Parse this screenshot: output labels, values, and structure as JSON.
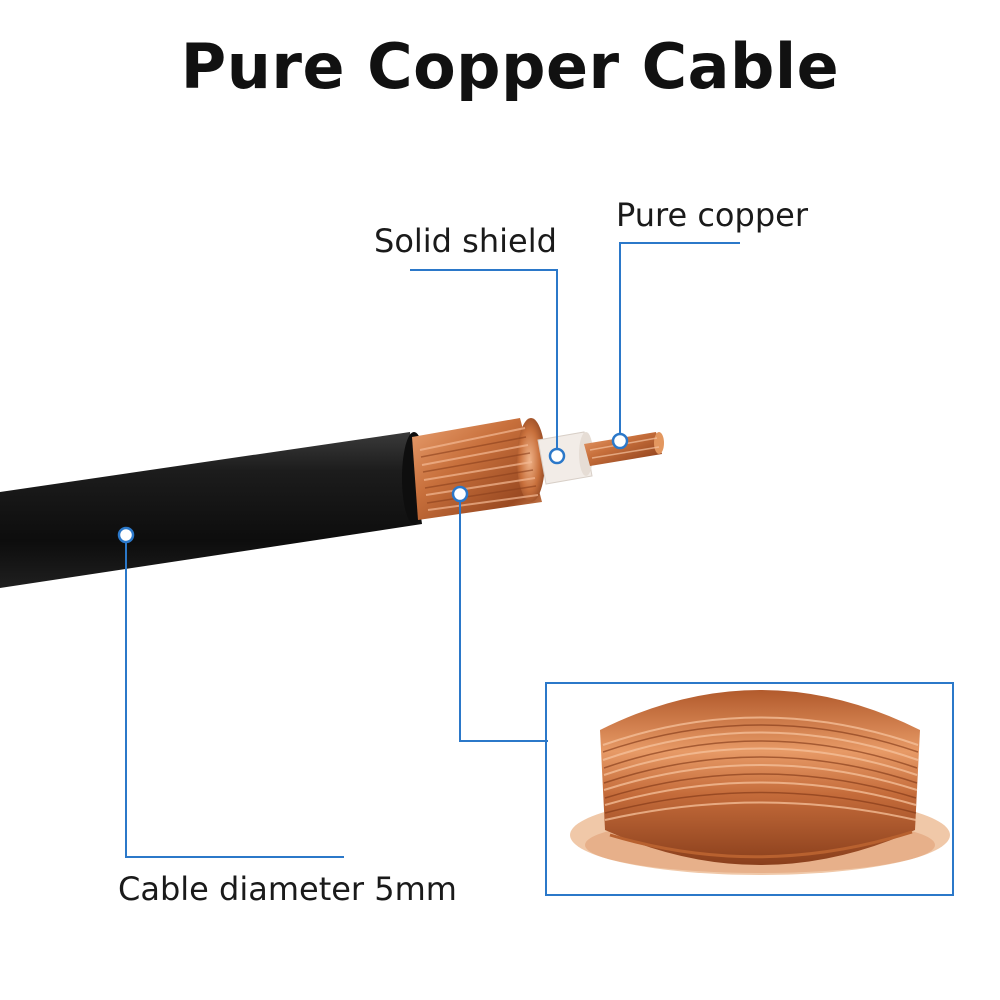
{
  "title": "Pure Copper Cable",
  "callouts": {
    "pure_copper": "Pure copper",
    "solid_shield": "Solid shield",
    "cable_diameter": "Cable diameter 5mm"
  },
  "colors": {
    "callout_line": "#2b78c9",
    "jacket": "#141414",
    "copper": "#c8703c",
    "insulation": "#efe9e4"
  }
}
